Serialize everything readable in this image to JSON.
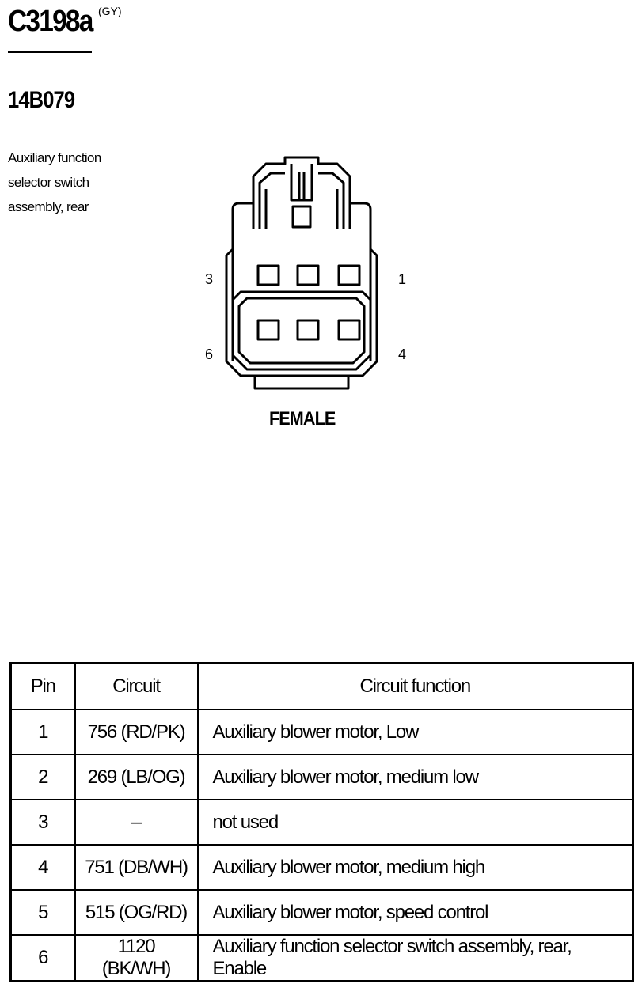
{
  "header": {
    "connector_id": "C3198a",
    "connector_color": "(GY)",
    "part_number": "14B079",
    "description": "Auxiliary function selector switch assembly, rear"
  },
  "connector_view": {
    "gender": "FEMALE",
    "pin_labels": {
      "top_left": "3",
      "top_right": "1",
      "bottom_left": "6",
      "bottom_right": "4"
    }
  },
  "pin_table": {
    "headers": [
      "Pin",
      "Circuit",
      "Circuit function"
    ],
    "rows": [
      {
        "pin": "1",
        "circuit": "756 (RD/PK)",
        "function": "Auxiliary blower motor, Low"
      },
      {
        "pin": "2",
        "circuit": "269 (LB/OG)",
        "function": "Auxiliary blower motor, medium low"
      },
      {
        "pin": "3",
        "circuit": "–",
        "function": "not used"
      },
      {
        "pin": "4",
        "circuit": "751 (DB/WH)",
        "function": "Auxiliary blower motor, medium high"
      },
      {
        "pin": "5",
        "circuit": "515 (OG/RD)",
        "function": "Auxiliary blower motor, speed control"
      },
      {
        "pin": "6",
        "circuit": "1120 (BK/WH)",
        "function": "Auxiliary function selector switch assembly, rear, Enable"
      }
    ]
  }
}
